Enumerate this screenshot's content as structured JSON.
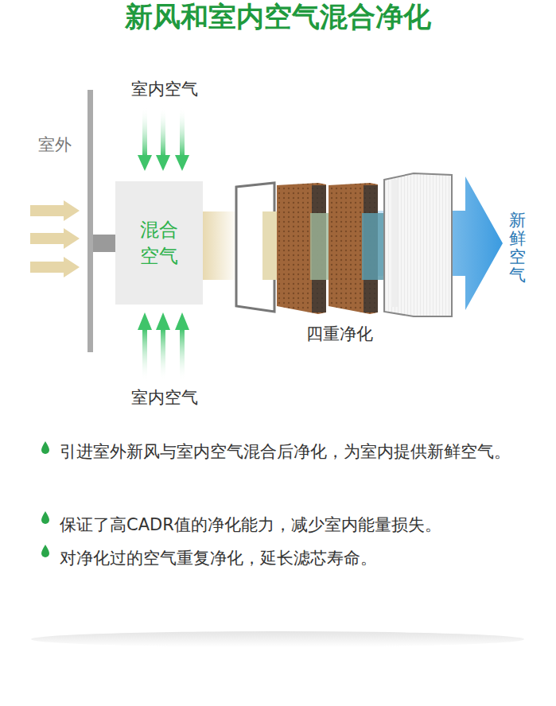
{
  "diagram": {
    "title": "新风和室内空气混合净化",
    "nodes": [
      {
        "text": [
          "混合空气"
        ]
      }
    ],
    "labels": [
      "室内空气",
      "室外",
      "室内空气",
      "四重净化",
      "新鲜空气",
      "引进室外新风与室内空气混合后净化，为室内提供新鲜空气。",
      "保证了高CADR值的净化能力，减少室内能量损失。",
      "对净化过的空气重复净化，延长滤芯寿命。"
    ]
  }
}
